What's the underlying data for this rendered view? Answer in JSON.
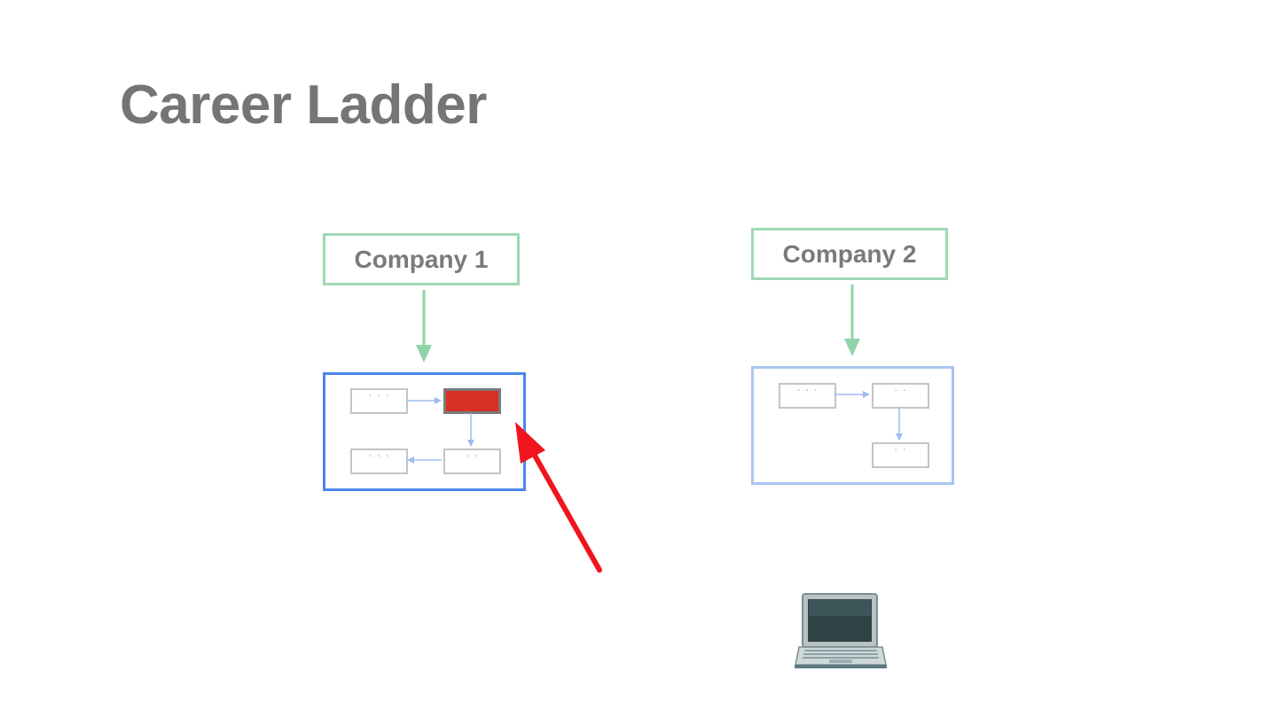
{
  "title": "Career Ladder",
  "companies": [
    {
      "name": "Company 1",
      "steps": [
        "` ` `",
        "` `",
        "` ` `",
        "` `"
      ],
      "highlighted_step": 1
    },
    {
      "name": "Company 2",
      "steps": [
        "` ` `",
        "` `",
        "` `"
      ]
    }
  ],
  "colors": {
    "company_border": "#9fd9b4",
    "connector": "#8fd4aa",
    "frame_active": "#4a86e8",
    "frame_faded": "#a9c4f0",
    "step_border": "#c4c4c4",
    "step_highlight": "#d93025",
    "step_arrow": "#9dbbee",
    "pointer_arrow": "#f0141e"
  },
  "icons": [
    "arrow-pointer-icon",
    "laptop-icon"
  ]
}
